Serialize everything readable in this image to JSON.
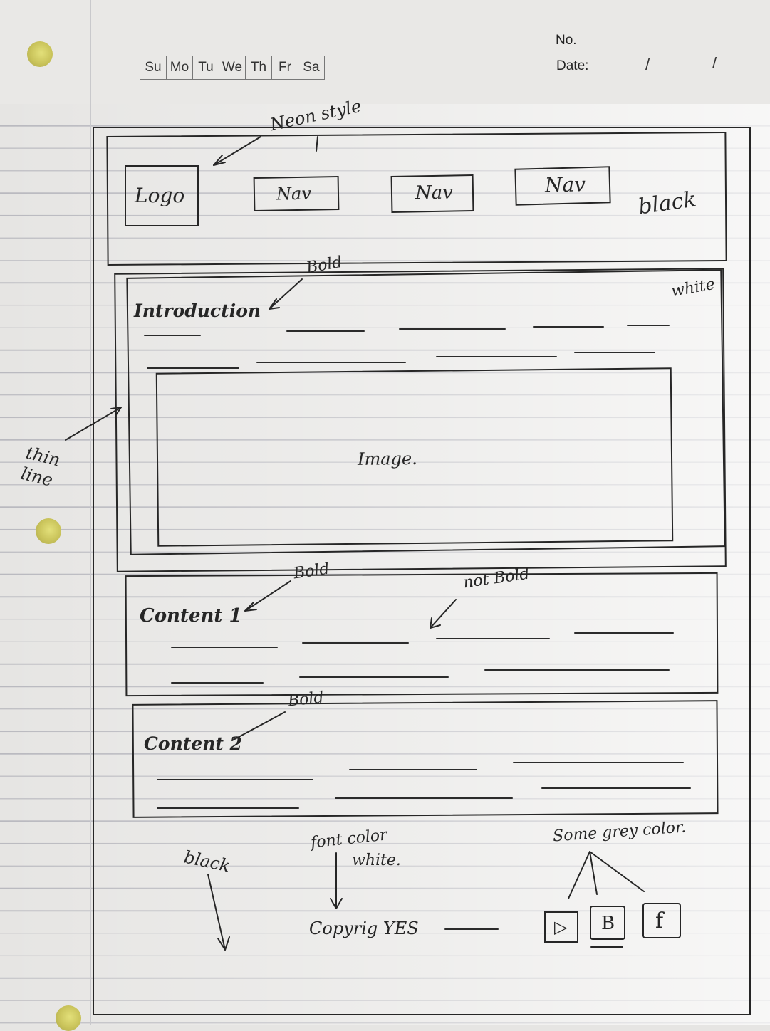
{
  "notebook": {
    "weekdays": [
      "Su",
      "Mo",
      "Tu",
      "We",
      "Th",
      "Fr",
      "Sa"
    ],
    "no_label": "No.",
    "date_label": "Date:",
    "date_separator": "/"
  },
  "header": {
    "annotation_style": "Neon style",
    "logo_label": "Logo",
    "nav_items": [
      "Nav",
      "Nav",
      "Nav"
    ],
    "annotation_color": "black"
  },
  "intro": {
    "title": "Introduction",
    "annotation_bold": "Bold",
    "annotation_color": "white",
    "image_label": "Image.",
    "side_note": "thin line"
  },
  "content1": {
    "title": "Content 1",
    "annotation_bold": "Bold",
    "annotation_text": "not Bold"
  },
  "content2": {
    "title": "Content 2",
    "annotation_bold": "Bold"
  },
  "footer": {
    "annotation_color": "black",
    "annotation_font": "font color",
    "annotation_font_value": "white.",
    "annotation_icons": "Some grey color.",
    "copyright": "Copyrig YES",
    "social_icons": [
      "play-icon",
      "b-icon",
      "facebook-icon"
    ],
    "social_glyphs": [
      "▷",
      "B",
      "f"
    ]
  },
  "colors": {
    "ink": "#262626",
    "paper": "#e6e5e3",
    "rule_line": "#b9b9bf",
    "hole": "#c9c35a"
  }
}
